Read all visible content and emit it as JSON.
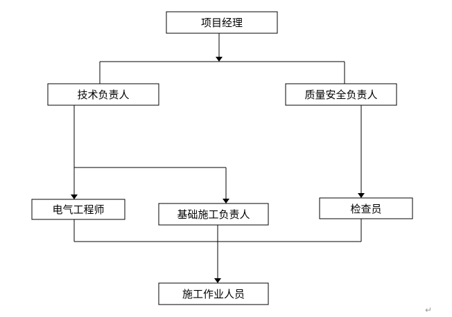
{
  "nodes": {
    "project_manager": "项目经理",
    "technical_lead": "技术负责人",
    "quality_safety_lead": "质量安全负责人",
    "electrical_engineer": "电气工程师",
    "foundation_lead": "基础施工负责人",
    "inspector": "检查员",
    "construction_workers": "施工作业人员"
  },
  "paragraph_mark": "↵"
}
